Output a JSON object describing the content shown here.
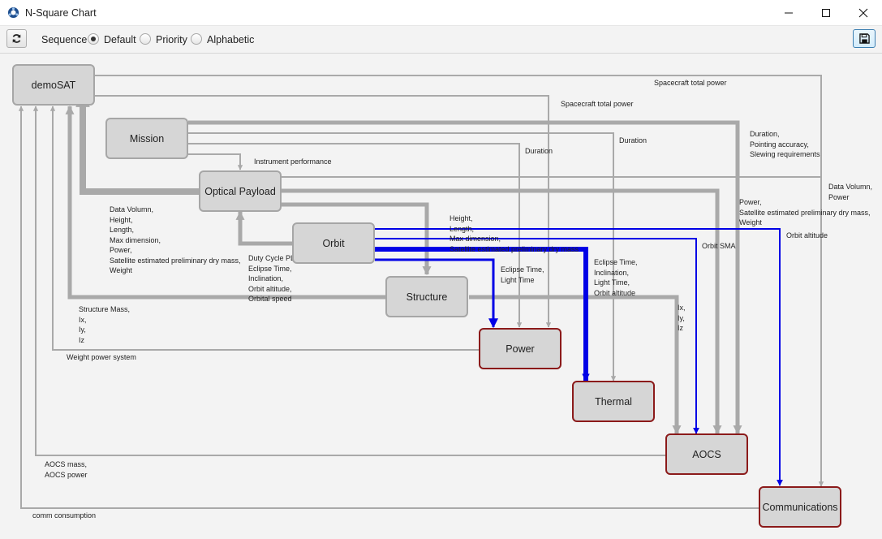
{
  "window": {
    "title": "N-Square Chart",
    "icon": "app-logo-icon",
    "controls": [
      "minimize-icon",
      "maximize-icon",
      "close-icon"
    ]
  },
  "toolbar": {
    "refresh_icon": "refresh-icon",
    "sequence_label": "Sequence",
    "options": [
      {
        "label": "Default",
        "selected": true
      },
      {
        "label": "Priority",
        "selected": false
      },
      {
        "label": "Alphabetic",
        "selected": false
      }
    ],
    "save_icon": "save-icon"
  },
  "colors": {
    "flow": "#a9a9a9",
    "orbit_flow": "#0000e6",
    "node_fill": "#d6d6d6",
    "node_border": "#a6a6a6",
    "sink_border": "#8b1a1a"
  },
  "nodes": {
    "demosat": "demoSAT",
    "mission": "Mission",
    "optical_payload": "Optical Payload",
    "orbit": "Orbit",
    "structure": "Structure",
    "power": "Power",
    "thermal": "Thermal",
    "aocs": "AOCS",
    "communications": "Communications"
  },
  "edge_labels": {
    "spacecraft_total_power_1": "Spacecraft total power",
    "spacecraft_total_power_2": "Spacecraft total power",
    "duration_1": "Duration",
    "duration_2": "Duration",
    "duration_pointing": "Duration,\nPointing accuracy,\nSlewing requirements",
    "instrument_performance": "Instrument performance",
    "data_volumn_power": "Data Volumn,\nPower",
    "power_mass_weight": "Power,\nSatellite estimated preliminary dry mass,\nWeight",
    "orbit_sma": "Orbit SMA",
    "orbit_altitude": "Orbit altitude",
    "payload_to_demosat": "Data Volumn,\nHeight,\nLength,\nMax dimension,\nPower,\nSatellite estimated preliminary dry mass,\nWeight",
    "payload_to_structure": "Height,\nLength,\nMax dimension,\nSatellite estimated preliminary dry mass",
    "orbit_to_payload": "Duty Cycle PL,\nEclipse Time,\nInclination,\nOrbit altitude,\nOrbital speed",
    "orbit_to_power": "Eclipse Time,\nLight Time",
    "orbit_to_thermal": "Eclipse Time,\nInclination,\nLight Time,\nOrbit altitude",
    "structure_to_aocs": "Ix,\nIy,\nIz",
    "structure_to_demosat": "Structure Mass,\nIx,\nIy,\nIz",
    "weight_power_system": "Weight power system",
    "aocs_mass_power": "AOCS mass,\nAOCS power",
    "comm_consumption": "comm consumption"
  }
}
